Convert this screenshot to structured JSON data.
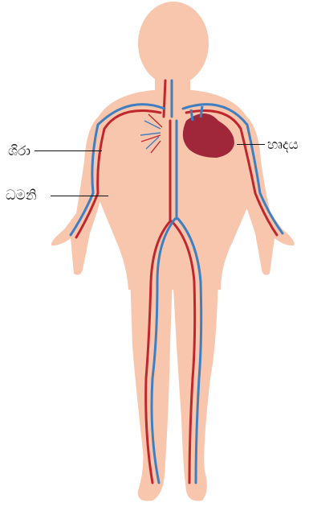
{
  "labels": {
    "vein": "ශිරා",
    "artery": "ධමනි",
    "heart": "හෘදය"
  },
  "colors": {
    "skin": "#f7c6ad",
    "artery": "#c0272d",
    "vein": "#3f7fc1",
    "heart": "#a0263a"
  }
}
